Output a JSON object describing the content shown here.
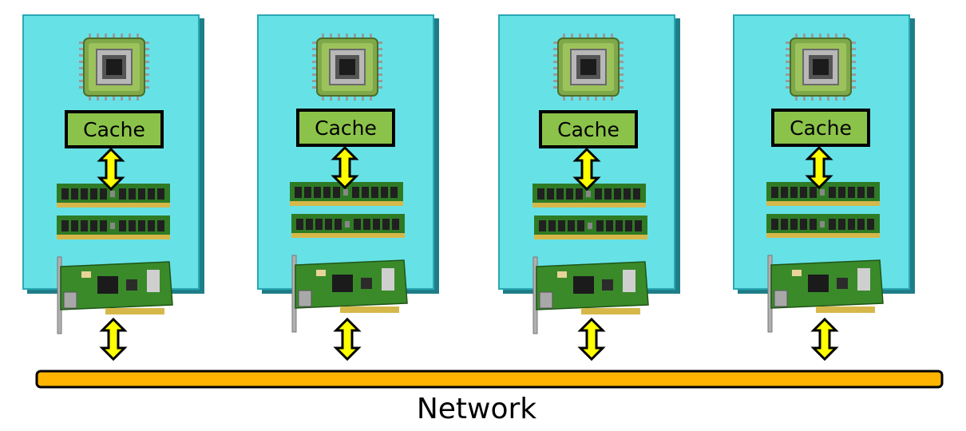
{
  "diagram": {
    "network_label": "Network",
    "nodes": [
      {
        "cache_label": "Cache"
      },
      {
        "cache_label": "Cache"
      },
      {
        "cache_label": "Cache"
      },
      {
        "cache_label": "Cache"
      }
    ]
  },
  "colors": {
    "node_fill": "#66e2e6",
    "node_shadow": "#1e7e88",
    "cache_fill": "#8bc34a",
    "arrow_fill": "#ffff00",
    "network_bus": "#ffb400",
    "pcb_green": "#3a8a2a"
  },
  "icons": [
    "cpu-chip-icon",
    "memory-module-icon",
    "network-card-icon",
    "bidirectional-arrow-icon"
  ]
}
